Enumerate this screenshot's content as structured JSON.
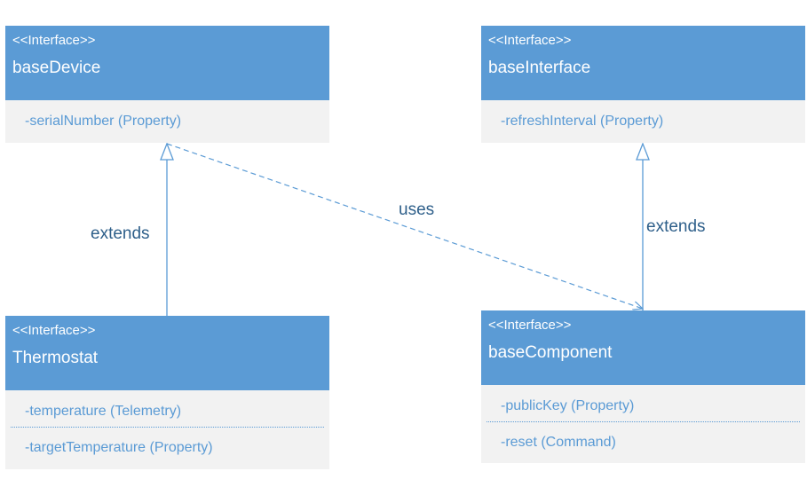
{
  "boxes": {
    "base_device": {
      "stereotype": "<<Interface>>",
      "name": "baseDevice",
      "members": [
        "-serialNumber (Property)"
      ]
    },
    "base_interface": {
      "stereotype": "<<Interface>>",
      "name": "baseInterface",
      "members": [
        "-refreshInterval (Property)"
      ]
    },
    "thermostat": {
      "stereotype": "<<Interface>>",
      "name": "Thermostat",
      "members": [
        "-temperature (Telemetry)",
        "-targetTemperature (Property)"
      ]
    },
    "base_component": {
      "stereotype": "<<Interface>>",
      "name": "baseComponent",
      "members": [
        "-publicKey (Property)",
        "-reset (Command)"
      ]
    }
  },
  "edges": {
    "thermostat_extends": "extends",
    "component_extends": "extends",
    "uses": "uses"
  },
  "colors": {
    "header": "#5b9bd5",
    "body": "#f2f2f2",
    "member_text": "#5b9bd5",
    "edge_label": "#2e5f8a"
  }
}
